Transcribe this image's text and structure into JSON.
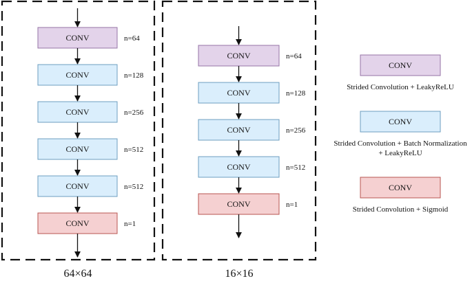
{
  "colors": {
    "purple_fill": "#e3d3ea",
    "purple_stroke": "#9673a6",
    "blue_fill": "#daeefc",
    "blue_stroke": "#6c9ebf",
    "red_fill": "#f5d0d1",
    "red_stroke": "#b85450",
    "line": "#111111"
  },
  "network_64": {
    "caption": "64×64",
    "layers": [
      {
        "label": "CONV",
        "n": "n=64",
        "style": "purple"
      },
      {
        "label": "CONV",
        "n": "n=128",
        "style": "blue"
      },
      {
        "label": "CONV",
        "n": "n=256",
        "style": "blue"
      },
      {
        "label": "CONV",
        "n": "n=512",
        "style": "blue"
      },
      {
        "label": "CONV",
        "n": "n=512",
        "style": "blue"
      },
      {
        "label": "CONV",
        "n": "n=1",
        "style": "red"
      }
    ]
  },
  "network_16": {
    "caption": "16×16",
    "layers": [
      {
        "label": "CONV",
        "n": "n=64",
        "style": "purple"
      },
      {
        "label": "CONV",
        "n": "n=128",
        "style": "blue"
      },
      {
        "label": "CONV",
        "n": "n=256",
        "style": "blue"
      },
      {
        "label": "CONV",
        "n": "n=512",
        "style": "blue"
      },
      {
        "label": "CONV",
        "n": "n=1",
        "style": "red"
      }
    ]
  },
  "legend": [
    {
      "label": "CONV",
      "style": "purple",
      "desc_lines": [
        "Strided Convolution + LeakyReLU"
      ]
    },
    {
      "label": "CONV",
      "style": "blue",
      "desc_lines": [
        "Strided Convolution + Batch Normalization",
        "+ LeakyReLU"
      ]
    },
    {
      "label": "CONV",
      "style": "red",
      "desc_lines": [
        "Strided Convolution + Sigmoid"
      ]
    }
  ]
}
